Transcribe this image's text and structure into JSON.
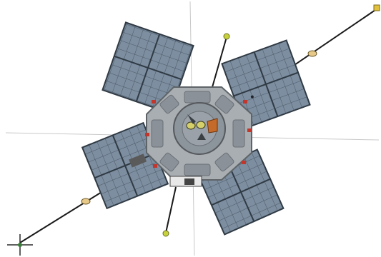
{
  "image": {
    "subject": "satellite",
    "background_color": "#ffffff",
    "components": {
      "solar_panels": 4,
      "boom_antennas": 2,
      "short_antennas": 2,
      "crosshair_markers": 1
    },
    "colors": {
      "panel_cell": "#7d8ea0",
      "panel_grid": "#4b5866",
      "bus_body": "#a9aeb3",
      "bus_edge": "#5e6468",
      "inner_ring": "#8c949c",
      "boom": "#1a1a1a",
      "boom_tip": "#c8d23c",
      "accent_orange": "#c46a2a",
      "accent_red": "#c3362c",
      "guide_line": "#b7b7b7"
    }
  }
}
